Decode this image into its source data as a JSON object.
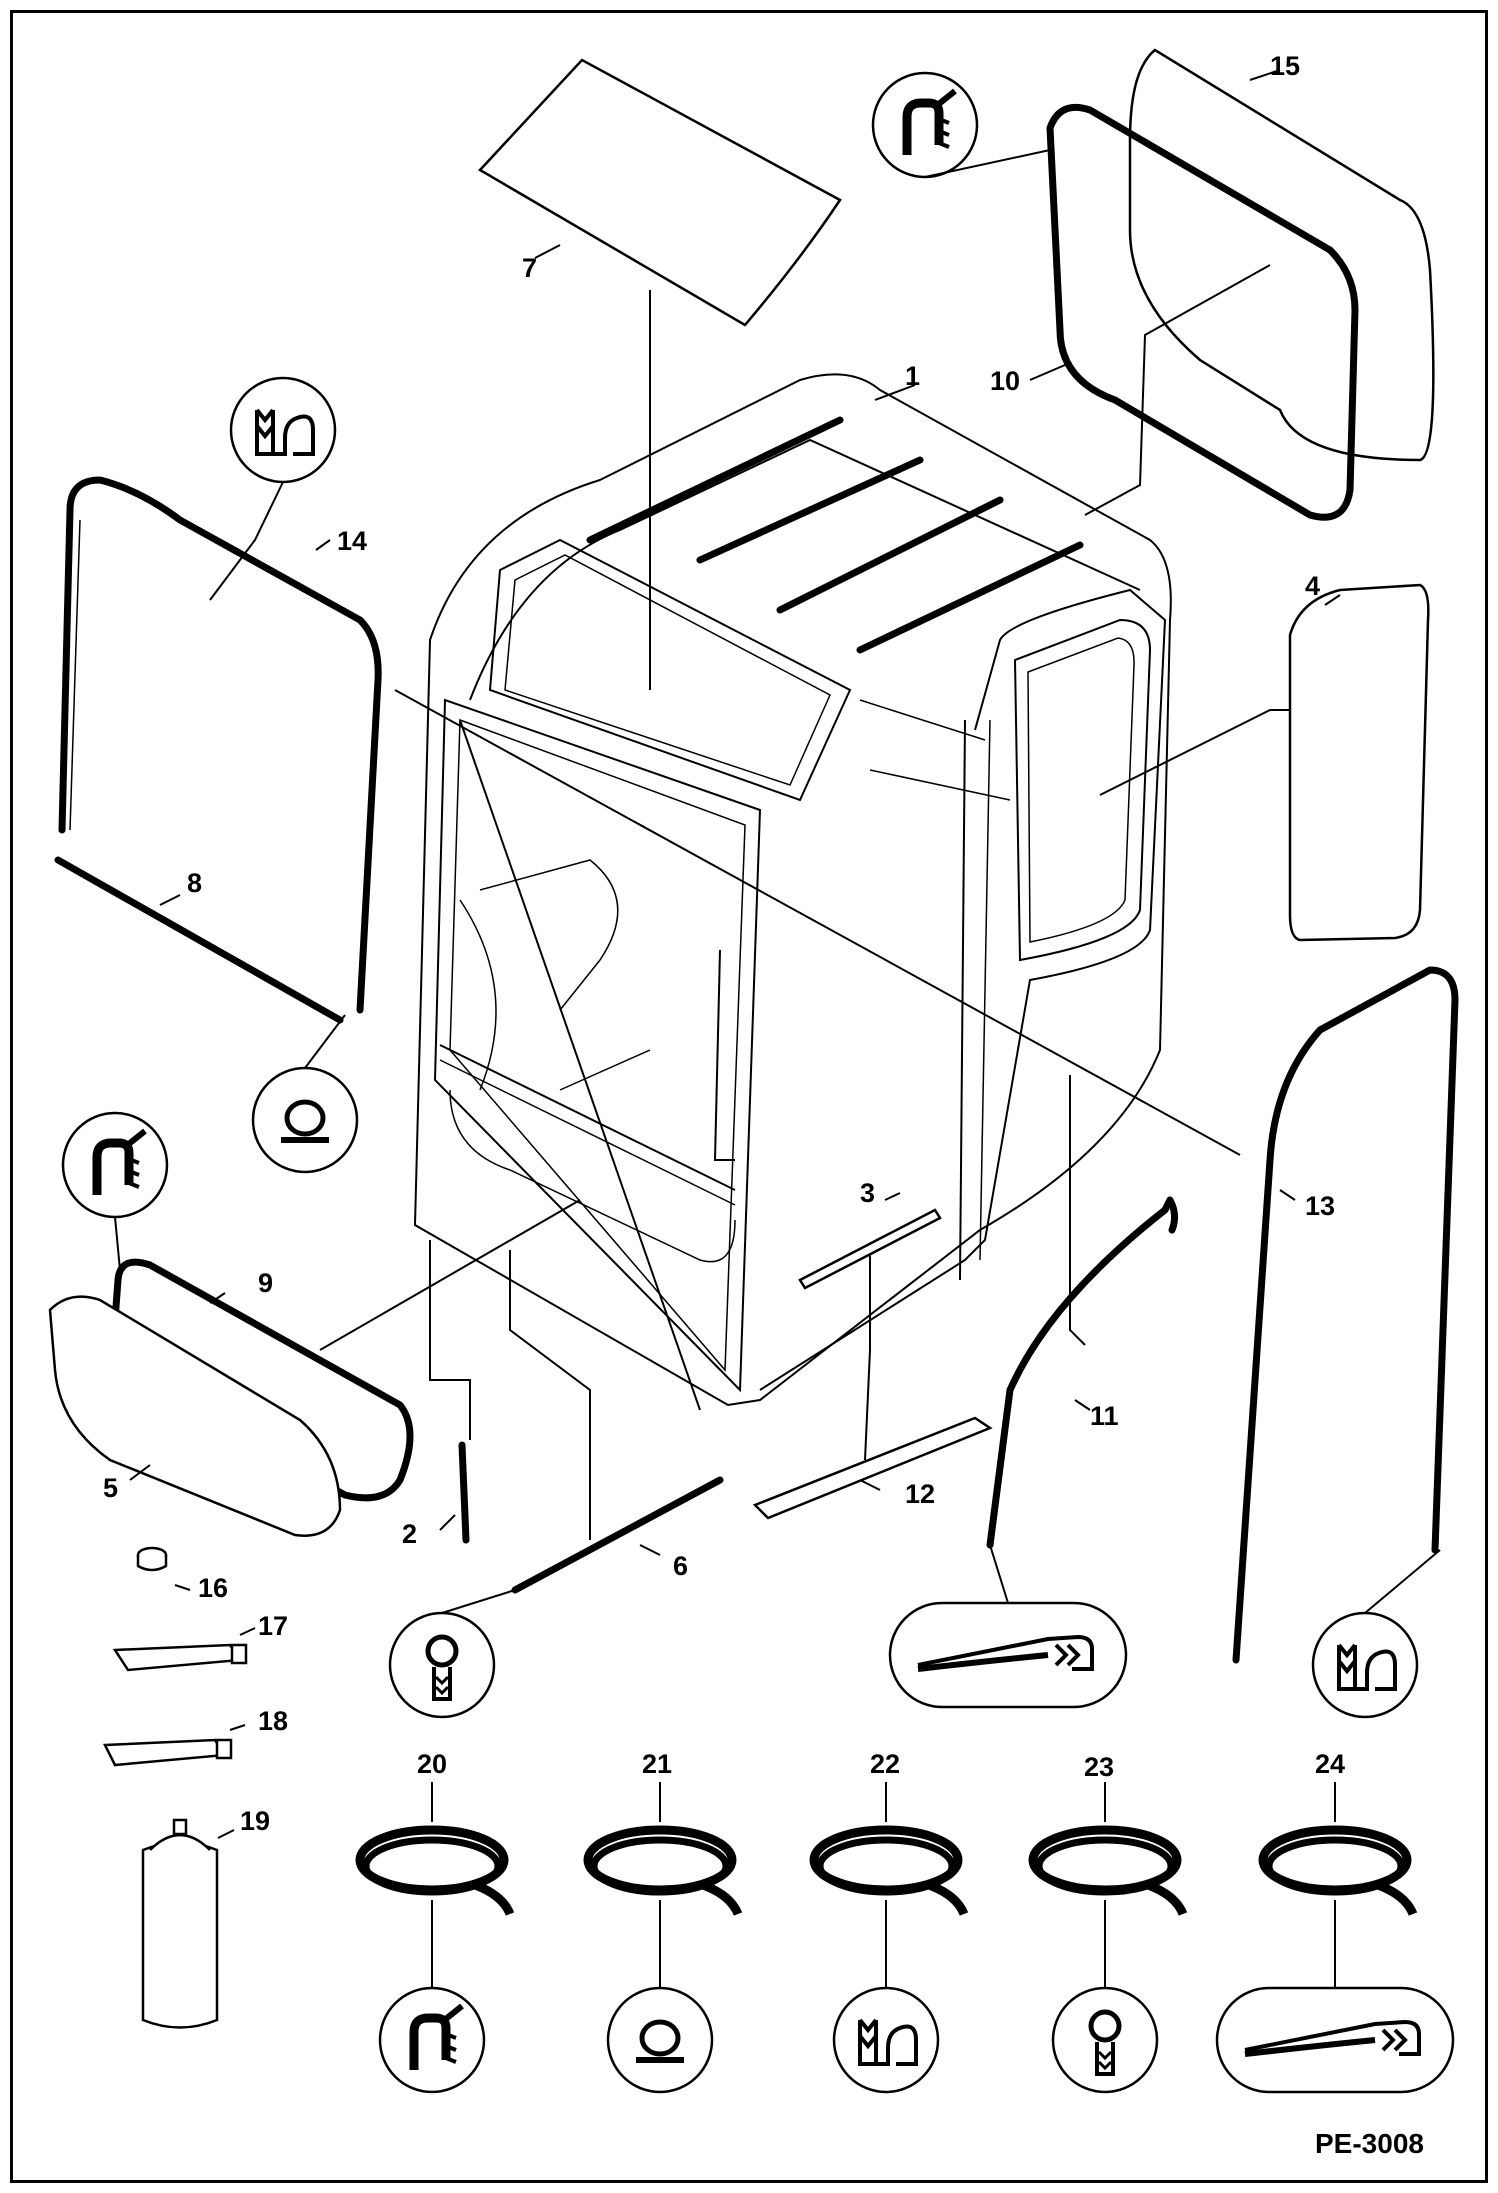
{
  "diagram": {
    "drawing_code": "PE-3008",
    "callouts": [
      "1",
      "2",
      "3",
      "4",
      "5",
      "6",
      "7",
      "8",
      "9",
      "10",
      "11",
      "12",
      "13",
      "14",
      "15",
      "16",
      "17",
      "18",
      "19",
      "20",
      "21",
      "22",
      "23",
      "24"
    ],
    "symbol_icons": [
      "hook-seal-icon",
      "flange-seal-icon",
      "round-seal-icon",
      "bulb-seal-icon",
      "lip-seal-icon"
    ]
  }
}
